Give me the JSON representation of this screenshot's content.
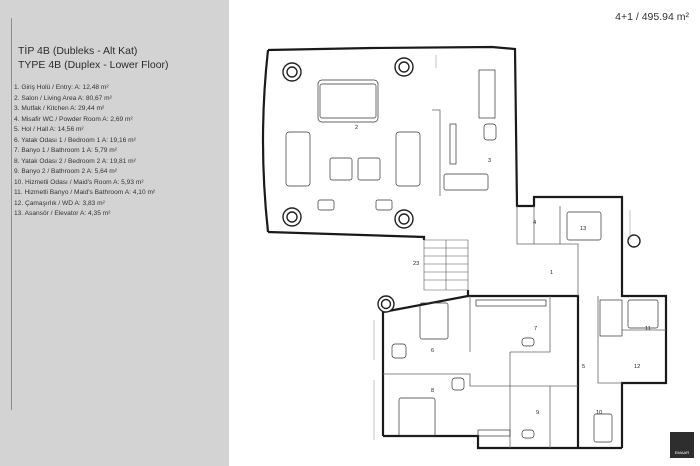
{
  "header": {
    "title_tr": "TİP 4B (Dubleks - Alt Kat)",
    "title_en": "TYPE 4B (Duplex - Lower Floor)",
    "unit_type": "4+1 / 495.94 m²"
  },
  "legend": [
    "1. Giriş Holü / Entry: A: 12,48 m²",
    "2. Salon / Living Area A: 80,67 m²",
    "3. Mutfak / Kitchen A: 29,44 m²",
    "4. Misafir WC / Powder Room A: 2,69 m²",
    "5. Hol / Hall A: 14,56 m²",
    "6. Yatak Odası 1 / Bedroom 1 A: 19,16 m²",
    "7. Banyo 1 / Bathroom 1 A: 5,79 m²",
    "8. Yatak Odası 2 / Bedroom 2 A: 19,81 m²",
    "9. Banyo 2 / Bathroom 2 A: 5,64 m²",
    "10. Hizmetli Odası / Maid's Room A: 5,93 m²",
    "11. Hizmetli Banyo / Maid's Bathroom A: 4,10 m²",
    "12. Çamaşırlık / WD A: 3,83 m²",
    "13. Asansör / Elevator A: 4,35 m²"
  ],
  "room_labels": [
    "1",
    "2",
    "3",
    "4",
    "5",
    "6",
    "7",
    "8",
    "9",
    "10",
    "11",
    "12",
    "13",
    "23"
  ],
  "logo": {
    "text": "EMAAR"
  },
  "colors": {
    "sidebar": "#d4d3d3",
    "wall": "#1a1a1a",
    "rule": "#8f8f8f"
  }
}
